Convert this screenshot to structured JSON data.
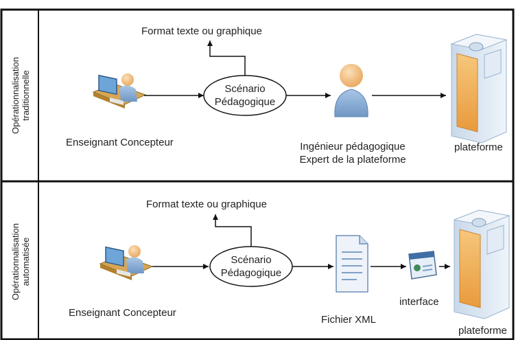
{
  "lanes": [
    {
      "label_line1": "Opérationnalisation",
      "label_line2": "traditionnelle",
      "format_label": "Format texte ou graphique",
      "scenario_line1": "Scénario",
      "scenario_line2": "Pédagogique",
      "teacher_label": "Enseignant Concepteur",
      "engineer_line1": "Ingénieur pédagogique",
      "engineer_line2": "Expert de la plateforme",
      "platform_label": "plateforme"
    },
    {
      "label_line1": "Opérationnalisation",
      "label_line2": "automatisée",
      "format_label": "Format texte ou graphique",
      "scenario_line1": "Scénario",
      "scenario_line2": "Pédagogique",
      "teacher_label": "Enseignant Concepteur",
      "xml_label": "Fichier XML",
      "interface_label": "interface",
      "platform_label": "plateforme"
    }
  ],
  "icons": {
    "teacher": "person-at-computer-icon",
    "engineer": "person-icon",
    "xml_file": "document-icon",
    "interface": "browser-window-icon",
    "platform": "server-tower-icon"
  },
  "colors": {
    "border": "#111111",
    "server_light": "#dbe8f5",
    "server_panel": "#f0b05a",
    "person": "#f2c085",
    "person_body": "#8fb3d9"
  }
}
